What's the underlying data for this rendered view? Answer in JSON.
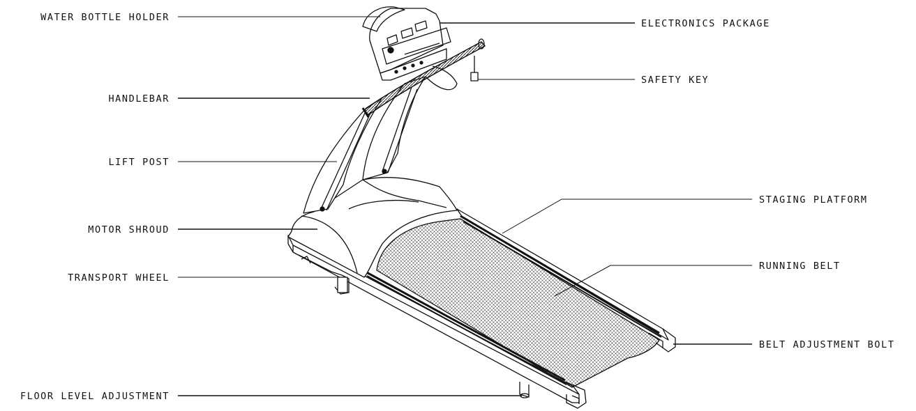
{
  "labels": {
    "water_bottle_holder": "WATER BOTTLE HOLDER",
    "handlebar": "HANDLEBAR",
    "lift_post": "LIFT POST",
    "motor_shroud": "MOTOR SHROUD",
    "transport_wheel": "TRANSPORT WHEEL",
    "floor_level_adjustment": "FLOOR LEVEL ADJUSTMENT",
    "electronics_package": "ELECTRONICS PACKAGE",
    "safety_key": "SAFETY KEY",
    "staging_platform": "STAGING PLATFORM",
    "running_belt": "RUNNING BELT",
    "belt_adjustment_bolt": "BELT ADJUSTMENT BOLT"
  },
  "colors": {
    "ink": "#111111",
    "paper": "#ffffff"
  }
}
